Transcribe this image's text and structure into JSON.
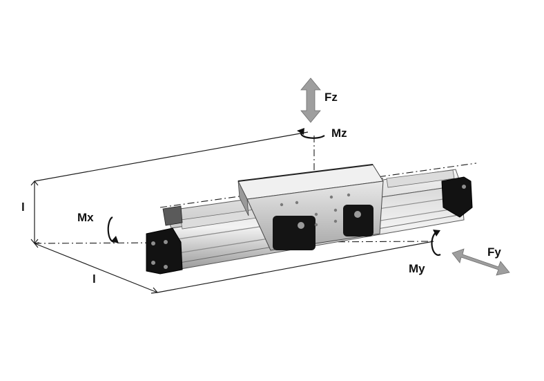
{
  "diagram": {
    "labels": {
      "fz": "Fz",
      "mz": "Mz",
      "mx": "Mx",
      "fy": "Fy",
      "my": "My",
      "height_dim": "l",
      "length_dim": "l"
    },
    "colors": {
      "line": "#1a1a1a",
      "arrow_fill": "#9e9e9e",
      "body_light": "#e6e6e6",
      "body_mid": "#bdbdbd",
      "body_dark": "#7a7a7a",
      "end_cap": "#111111"
    }
  }
}
